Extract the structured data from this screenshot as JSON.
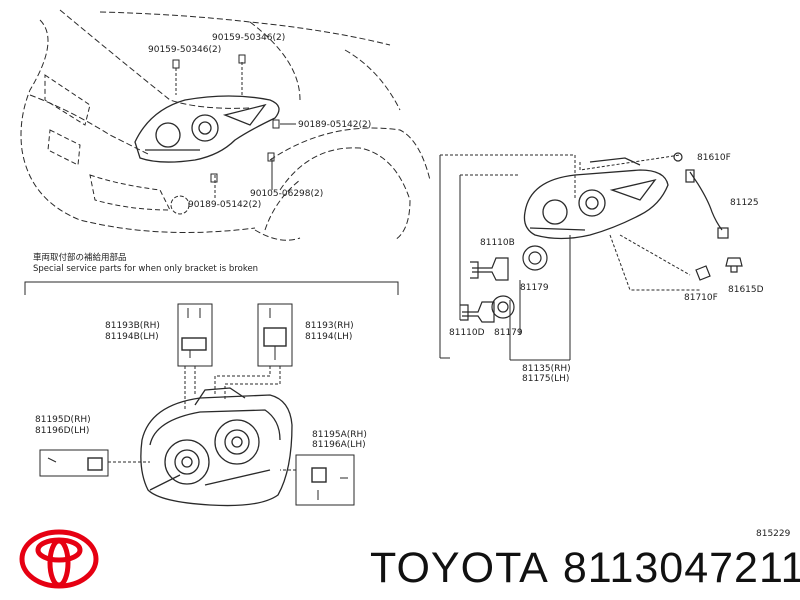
{
  "colors": {
    "line": "#2a2a2a",
    "logo": "#e60012",
    "text": "#111111"
  },
  "parts": {
    "p90159_50346_left": "90159-50346(2)",
    "p90159_50346_right": "90159-50346(2)",
    "p90189_05142_a": "90189-05142(2)",
    "p90105_06298": "90105-06298(2)",
    "p90189_05142_b": "90189-05142(2)",
    "p81610F": "81610F",
    "p81125": "81125",
    "p81110B": "81110B",
    "p81179_a": "81179",
    "p81110D": "81110D",
    "p81179_b": "81179",
    "p81710F": "81710F",
    "p81615D": "81615D",
    "p81135": "81135(RH)",
    "p81175": "81175(LH)",
    "p81193B": "81193B(RH)",
    "p81194B": "81194B(LH)",
    "p81193": "81193(RH)",
    "p81194": "81194(LH)",
    "p81195D": "81195D(RH)",
    "p81196D": "81196D(LH)",
    "p81195A": "81195A(RH)",
    "p81196A": "81196A(LH)"
  },
  "note": {
    "japanese": "車両取付部の補給用部品",
    "english": "Special service parts for when only bracket is broken"
  },
  "diagram_id": "815229",
  "footer": {
    "brand": "TOYOTA",
    "part_number": "8113047211"
  }
}
